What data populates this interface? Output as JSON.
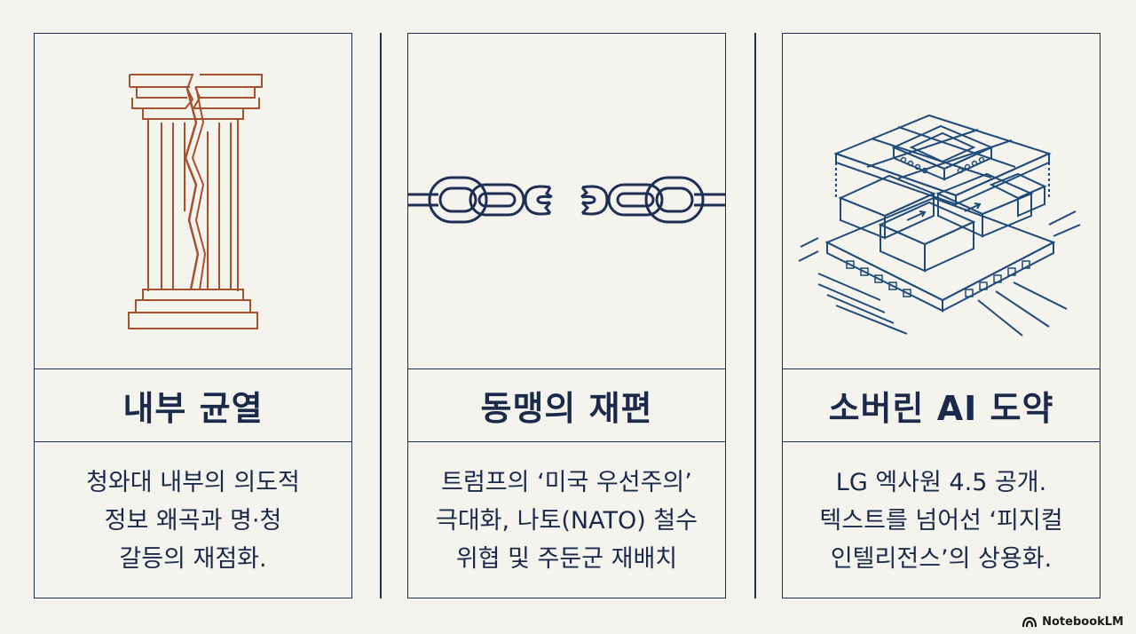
{
  "cards": [
    {
      "title": "내부 균열",
      "desc": [
        "청와대 내부의 의도적",
        "정보 왜곡과 명·청",
        "갈등의 재점화."
      ],
      "icon": "broken-pillar-icon",
      "icon_color": "#a5522f"
    },
    {
      "title": "동맹의 재편",
      "desc": [
        "트럼프의 ‘미국 우선주의’",
        "극대화, 나토(NATO) 철수",
        "위협 및 주둔군 재배치"
      ],
      "icon": "broken-chain-icon",
      "icon_color": "#1f2e55"
    },
    {
      "title": "소버린 AI 도약",
      "desc": [
        "LG 엑사원 4.5 공개.",
        "텍스트를 넘어선 ‘피지컬",
        "인텔리전스’의 상용화."
      ],
      "icon": "ai-chip-icon",
      "icon_color": "#1f4a7a"
    }
  ],
  "brand": {
    "label": "NotebookLM"
  }
}
